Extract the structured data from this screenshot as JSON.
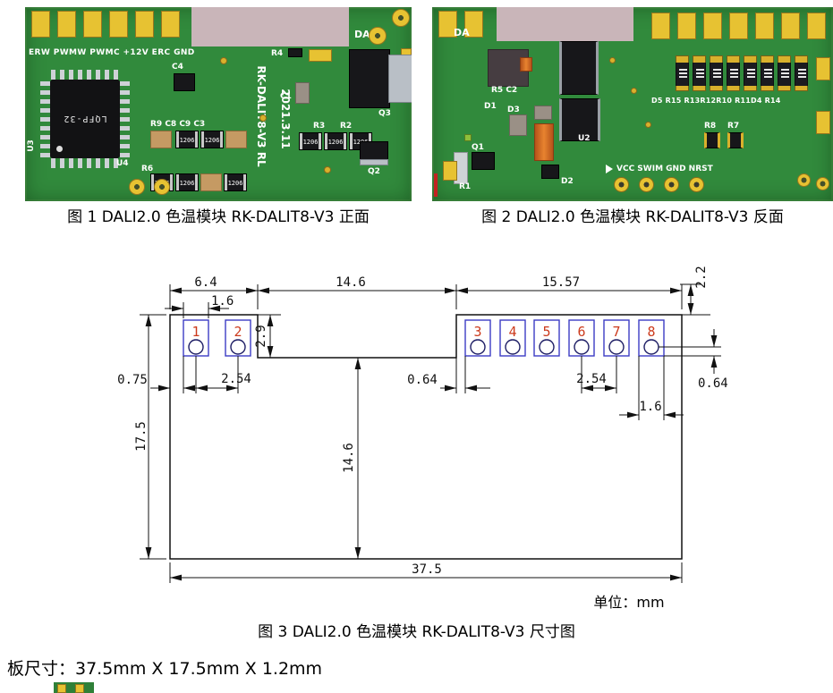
{
  "figures": {
    "fig1": {
      "caption": "图 1 DALI2.0 色温模块 RK-DALIT8-V3  正面",
      "silk": {
        "header": "ERW PWMW PWMC +12V ERC  GND",
        "da": "DA",
        "u3": "U3",
        "u4": "U4",
        "c4": "C4",
        "r4": "R4",
        "c1": "C1",
        "caps_row": "R9 C8 C9 C3",
        "r3": "R3",
        "r2": "R2",
        "r6": "R6",
        "q3": "Q3",
        "q2": "Q2",
        "chip": "LQFP-32",
        "model": "RK-DALIT8-V3  RL",
        "date": "2021.3.11",
        "r1206": "1206"
      }
    },
    "fig2": {
      "caption": "图 2 DALI2.0 色温模块 RK-DALIT8-V3  反面",
      "silk": {
        "da": "DA",
        "r5c2": "R5 C2",
        "d1": "D1",
        "d3": "D3",
        "u2": "U2",
        "q1": "Q1",
        "r1": "R1",
        "d2": "D2",
        "res_row": "D5 R15 R13R12R10 R11D4 R14",
        "r8": "R8",
        "r7": "R7",
        "prog": "VCC SWIM GND NRST"
      }
    },
    "fig3": {
      "caption": "图 3 DALI2.0 色温模块 RK-DALIT8-V3  尺寸图",
      "unit": "单位：mm",
      "pads": [
        "1",
        "2",
        "3",
        "4",
        "5",
        "6",
        "7",
        "8"
      ],
      "dims": {
        "top_left": "6.4",
        "top_mid": "14.6",
        "top_right": "15.57",
        "right_v": "2.2",
        "pad1_w": "1.6",
        "notch_d": "2.9",
        "edge_off": "0.75",
        "pitch_l": "2.54",
        "gap_r": "0.64",
        "pitch_r": "2.54",
        "pad8_w": "1.6",
        "hole_off": "0.64",
        "height": "17.5",
        "mid_h": "14.6",
        "width": "37.5"
      }
    }
  },
  "footer": {
    "board_size": "板尺寸：37.5mm X 17.5mm X 1.2mm"
  }
}
